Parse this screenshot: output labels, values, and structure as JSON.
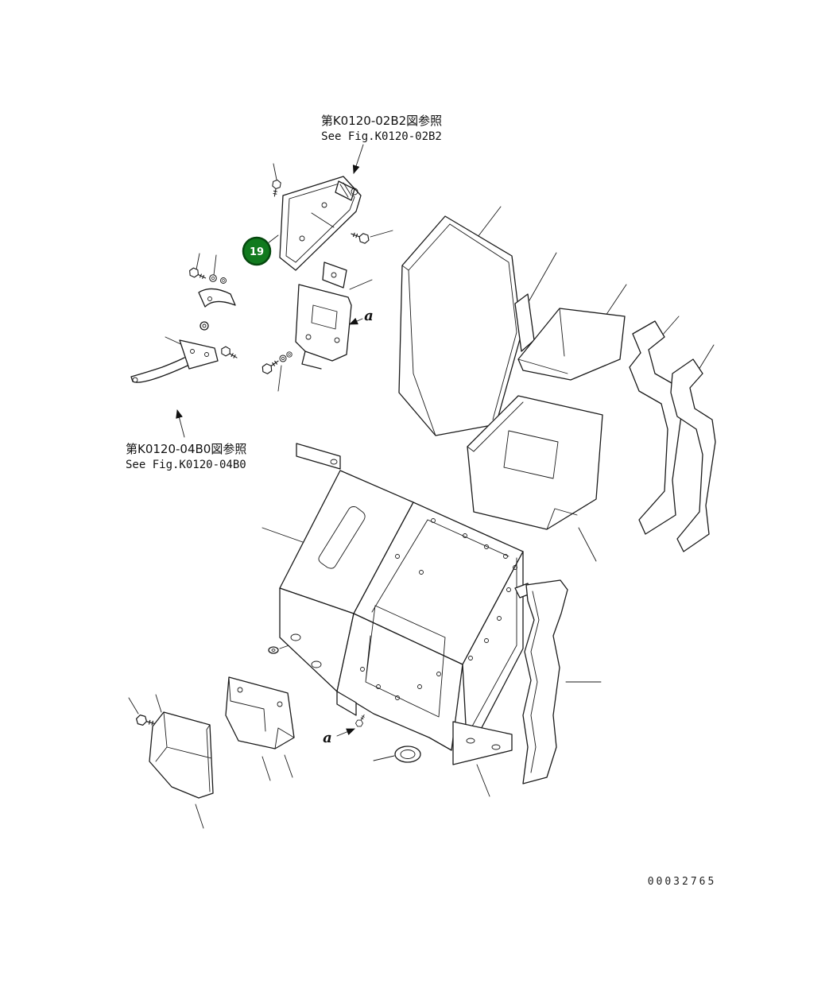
{
  "page": {
    "background": "#ffffff",
    "line_color": "#1a1a1a"
  },
  "annotations": {
    "top_ref_jp": "第K0120-02B2図参照",
    "top_ref_en": "See Fig.K0120-02B2",
    "left_ref_jp": "第K0120-04B0図参照",
    "left_ref_en": "See Fig.K0120-04B0"
  },
  "balloon": {
    "number": "19",
    "fill": "#117a1e",
    "ring": "#06480f",
    "text_color": "#ffffff"
  },
  "labels": {
    "view_a_upper": "a",
    "view_a_lower": "a"
  },
  "footer": {
    "drawing_number": "00032765"
  }
}
